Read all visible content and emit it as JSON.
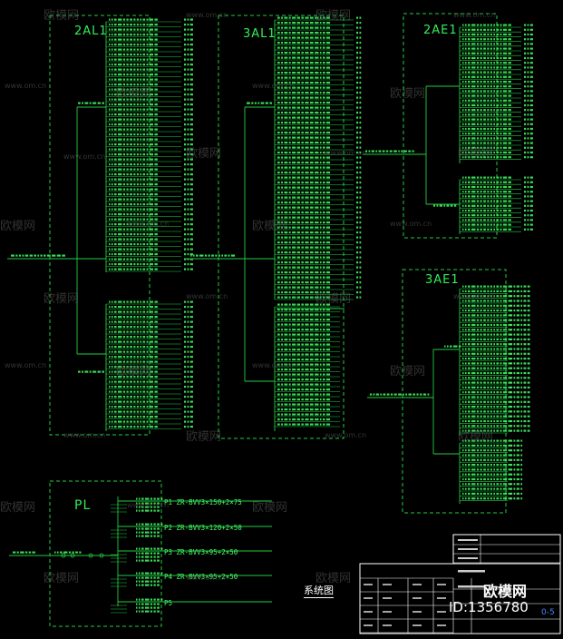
{
  "panels": {
    "p1": {
      "name": "2AL1"
    },
    "p2": {
      "name": "3AL1"
    },
    "p3": {
      "name": "2AE1"
    },
    "p4": {
      "name": "3AE1"
    },
    "p5": {
      "name": "PL"
    }
  },
  "pl_circuits": [
    {
      "label": "P1 ZR-BVV3×150+2×75"
    },
    {
      "label": "P2 ZR-BVV3×120+2×50"
    },
    {
      "label": "P3 ZR-BVV3×95+2×50"
    },
    {
      "label": "P4 ZR-BVV3×95+2×50"
    },
    {
      "label": "P5"
    }
  ],
  "drawing": {
    "caption": "系统图"
  },
  "titleblock": {
    "id_text": "ID:1356780",
    "sheet_suffix": "0-5",
    "brand": "欧模网"
  },
  "watermark": {
    "text": "欧模网",
    "url": "www.om.cn"
  },
  "colors": {
    "line": "#22cc44",
    "text": "#44ff66",
    "frame": "#ffffff",
    "background": "#000000"
  }
}
